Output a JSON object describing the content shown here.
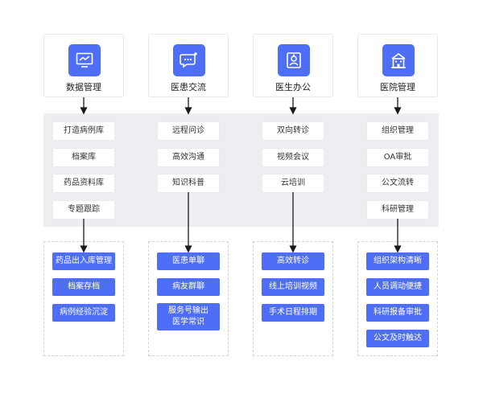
{
  "columns": [
    {
      "header": {
        "title": "数据管理",
        "icon": "monitor-chart-icon"
      },
      "features": [
        "打造病例库",
        "档案库",
        "药品资料库",
        "专题跟踪"
      ],
      "outcomes": [
        [
          "药品出入库管理"
        ],
        [
          "档案存档"
        ],
        [
          "病例经验沉淀"
        ]
      ]
    },
    {
      "header": {
        "title": "医患交流",
        "icon": "chat-bubble-icon"
      },
      "features": [
        "远程问诊",
        "高效沟通",
        "知识科普"
      ],
      "outcomes": [
        [
          "医患单聊"
        ],
        [
          "病友群聊"
        ],
        [
          "服务号输出",
          "医学常识"
        ]
      ]
    },
    {
      "header": {
        "title": "医生办公",
        "icon": "doctor-badge-icon"
      },
      "features": [
        "双向转诊",
        "视频会议",
        "云培训"
      ],
      "outcomes": [
        [
          "高效转诊"
        ],
        [
          "线上培训视频"
        ],
        [
          "手术日程排期"
        ]
      ]
    },
    {
      "header": {
        "title": "医院管理",
        "icon": "hospital-building-icon"
      },
      "features": [
        "组织管理",
        "OA审批",
        "公文流转",
        "科研管理"
      ],
      "outcomes": [
        [
          "组织架构清晰"
        ],
        [
          "人员调动便捷"
        ],
        [
          "科研报备审批"
        ],
        [
          "公文及时触达"
        ]
      ]
    }
  ],
  "colors": {
    "accent": "#4f6ef7",
    "panel": "#eceef2",
    "arrow": "#1a1a1a"
  }
}
